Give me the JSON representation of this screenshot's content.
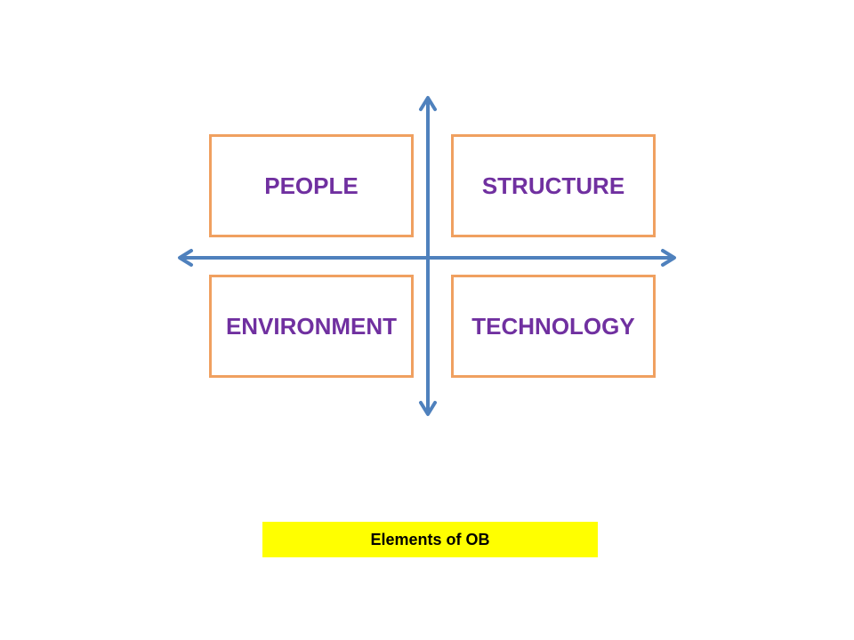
{
  "colors": {
    "label_text": "#7030a0",
    "box_border": "#f0a060",
    "axis": "#4f81bd",
    "caption_background": "#ffff00",
    "caption_text": "#000000"
  },
  "quadrants": {
    "top_left": "PEOPLE",
    "top_right": "STRUCTURE",
    "bottom_left": "ENVIRONMENT",
    "bottom_right": "TECHNOLOGY"
  },
  "caption": "Elements of OB"
}
